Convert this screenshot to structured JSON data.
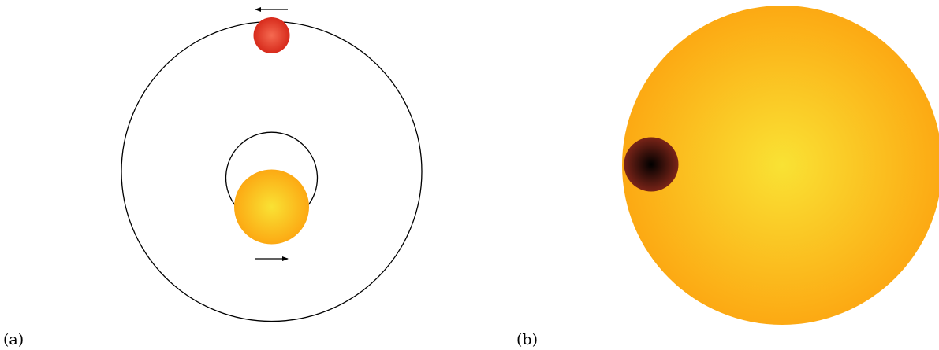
{
  "panels": [
    {
      "id": "a",
      "label": "(a)"
    },
    {
      "id": "b",
      "label": "(b)"
    }
  ],
  "colors": {
    "orbit_line": "#000000",
    "star_center": "#f9e234",
    "star_edge": "#fca913",
    "planet_center": "#f56a51",
    "planet_edge": "#d72a1b",
    "transit_center": "#000000",
    "transit_edge": "#7a2418",
    "background": "#ffffff"
  },
  "icons": {
    "planet_direction": "arrow-left-icon",
    "star_direction": "arrow-right-icon"
  }
}
